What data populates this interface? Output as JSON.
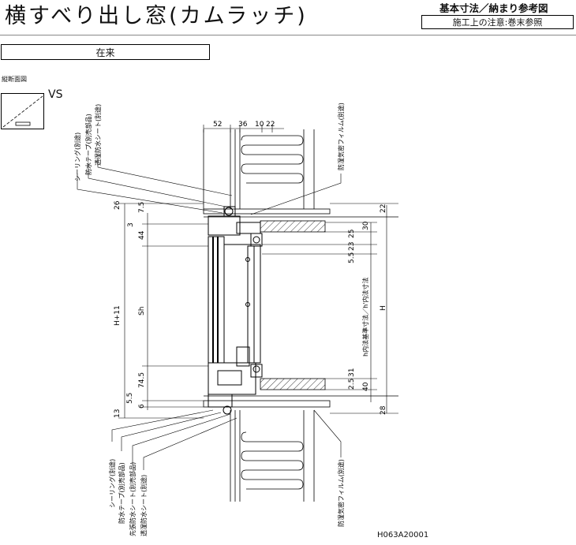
{
  "header": {
    "title": "横すべり出し窓(カムラッチ)",
    "reference": "基本寸法／納まり参考図",
    "note": "施工上の注意:巻末参照"
  },
  "type_label": "在来",
  "section_label": "縦断面図",
  "vs_label": "VS",
  "top_dimensions": [
    "52",
    "36",
    "10",
    "22"
  ],
  "left_dimensions": [
    "26",
    "7.5",
    "3",
    "44",
    "74.5",
    "5.5",
    "6",
    "13"
  ],
  "left_labels": {
    "total": "H+11",
    "sash": "Sh"
  },
  "right_dimensions": [
    "22",
    "30",
    "25",
    "23",
    "5.5",
    "31",
    "2.5",
    "40",
    "28"
  ],
  "right_labels": {
    "height": "H",
    "inner": "h内法基準寸法／h'内法寸法"
  },
  "callouts_top_left": [
    "シーリング(別途)",
    "防水テープ(別売部品)",
    "透湿防水シート(別途)"
  ],
  "callout_top_right": "防湿気密フィルム(別途)",
  "callouts_bottom_left": [
    "シーリング(別途)",
    "防水テープ(別売部品)",
    "先張防水シート(別売部品)",
    "透湿防水シート(別途)"
  ],
  "callout_bottom_right": "防湿気密フィルム(別途)",
  "drawing_code": "H063A20001"
}
